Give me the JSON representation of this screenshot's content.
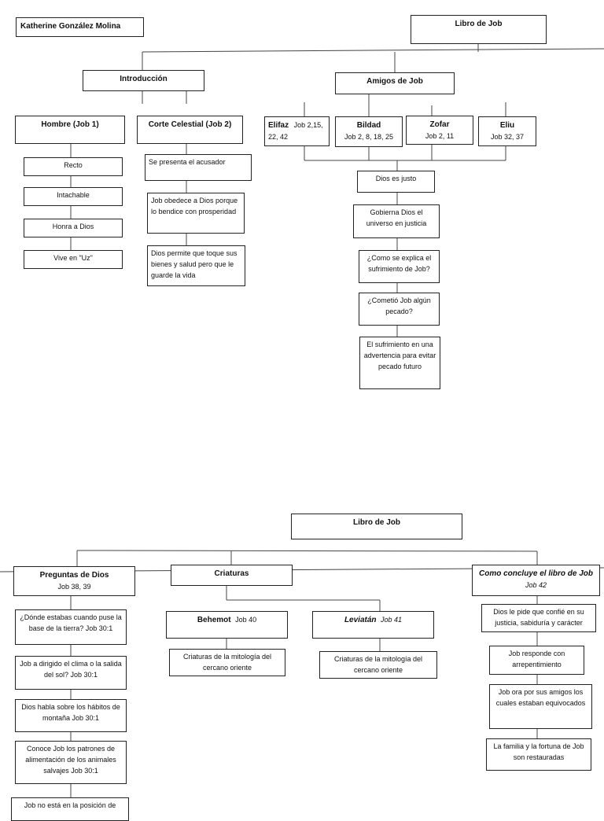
{
  "author": "Katherine González Molina",
  "page1": {
    "root": "Libro de Job",
    "intro": "Introducción",
    "friends": "Amigos de Job",
    "hombre": "Hombre (Job 1)",
    "corte": "Corte Celestial (Job 2)",
    "hombre_items": [
      "Recto",
      "Intachable",
      "Honra a Dios",
      "Vive en \"Uz\""
    ],
    "corte_items": [
      "Se presenta el acusador",
      "Job obedece a Dios porque lo bendice con prosperidad",
      "Dios permite que toque sus bienes y salud pero que le guarde la vida"
    ],
    "eliphaz_name": "Elifaz",
    "eliphaz_ref": "Job 2,15, 22, 42",
    "bildad_name": "Bildad",
    "bildad_ref": "Job 2, 8, 18, 25",
    "zofar_name": "Zofar",
    "zofar_ref": "Job 2, 11",
    "eliu_name": "Eliu",
    "eliu_ref": "Job 32, 37",
    "friend_items": [
      "Dios es justo",
      "Gobierna Dios el universo en justicia",
      "¿Como se explica el sufrimiento de Job?",
      "¿Cometió Job algún pecado?",
      "El sufrimiento en una advertencia para evitar pecado futuro"
    ]
  },
  "page2": {
    "root": "Libro de Job",
    "preguntas_title": "Preguntas de Dios",
    "preguntas_ref": "Job 38, 39",
    "criaturas": "Criaturas",
    "concluye_title": "Como concluye el libro de Job",
    "concluye_ref": "Job 42",
    "preguntas_items": [
      "¿Dónde estabas cuando puse la base de la tierra?  Job 30:1",
      "Job a dirigido el clima o la salida del sol?  Job 30:1",
      "Dios habla sobre los hábitos de montaña  Job 30:1",
      "Conoce Job los patrones de alimentación de los animales salvajes   Job 30:1",
      "Job no está en la posición de"
    ],
    "behemot_name": "Behemot",
    "behemot_ref": "Job 40",
    "leviatan_name": "Leviatán",
    "leviatan_ref": "Job 41",
    "behemot_desc": "Criaturas de la mitología del cercano oriente",
    "leviatan_desc": "Criaturas de la mitología del cercano oriente",
    "concluye_items": [
      "Dios le pide que confié en su justicia, sabiduría y carácter",
      "Job responde con arrepentimiento",
      "Job ora por sus amigos los cuales estaban equivocados",
      "La familia y la fortuna de Job son restauradas"
    ]
  }
}
